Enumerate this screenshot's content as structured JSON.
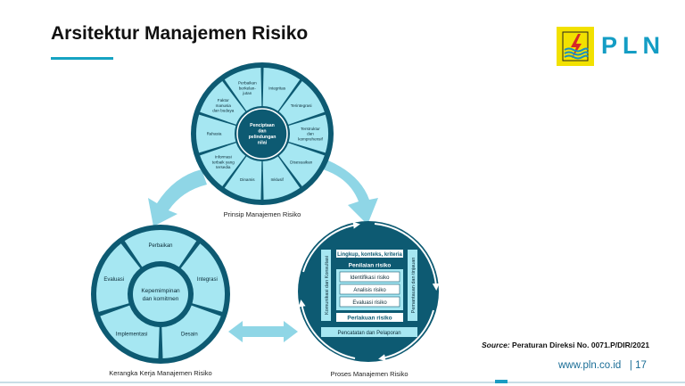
{
  "slide": {
    "title": "Arsitektur Manajemen Risiko",
    "logo_text": "PLN",
    "source_label": "Source:",
    "source_text": "Peraturan Direksi No. 0071.P/DIR/2021",
    "footer_url": "www.pln.co.id",
    "footer_separator": "|",
    "page_number": "17"
  },
  "prinsip": {
    "center": [
      "Penciptaan",
      "dan",
      "pelindungan",
      "nilai"
    ],
    "caption": "Prinsip Manajemen Risiko",
    "segments": [
      {
        "lines": [
          "Integritas"
        ]
      },
      {
        "lines": [
          "Terintegrasi"
        ]
      },
      {
        "lines": [
          "Terstruktur",
          "dan",
          "komprehensif"
        ]
      },
      {
        "lines": [
          "Disesuaikan"
        ]
      },
      {
        "lines": [
          "Inklusif"
        ]
      },
      {
        "lines": [
          "Dinamis"
        ]
      },
      {
        "lines": [
          "Informasi",
          "terbaik yang",
          "tersedia"
        ]
      },
      {
        "lines": [
          "Rahasia"
        ]
      },
      {
        "lines": [
          "Faktor",
          "manusia",
          "dan budaya"
        ]
      },
      {
        "lines": [
          "Perbaikan",
          "berkelan-",
          "jutan"
        ]
      }
    ]
  },
  "kerangka": {
    "center": [
      "Kepemimpinan",
      "dan komitmen"
    ],
    "caption": "Kerangka Kerja Manajemen Risiko",
    "items": [
      "Perbaikan",
      "Integrasi",
      "Desain",
      "Implementasi",
      "Evaluasi"
    ]
  },
  "proses": {
    "caption": "Proses Manajemen Risiko",
    "scope": "Lingkup, konteks, kriteria",
    "assessment": "Penilaian risiko",
    "steps": [
      "Identifikasi risiko",
      "Analisis risiko",
      "Evaluasi risiko"
    ],
    "treatment": "Perlakuan risiko",
    "left_bar": "Komunikasi dan Konsultasi",
    "right_bar": "Pemantauan dan tinjauan",
    "bottom_bar": "Pencatatan dan Pelaporan"
  },
  "colors": {
    "dark": "#0d5a72",
    "light": "#a6e7f2",
    "arrow": "#8fd6e6",
    "accent": "#16a3c2"
  }
}
